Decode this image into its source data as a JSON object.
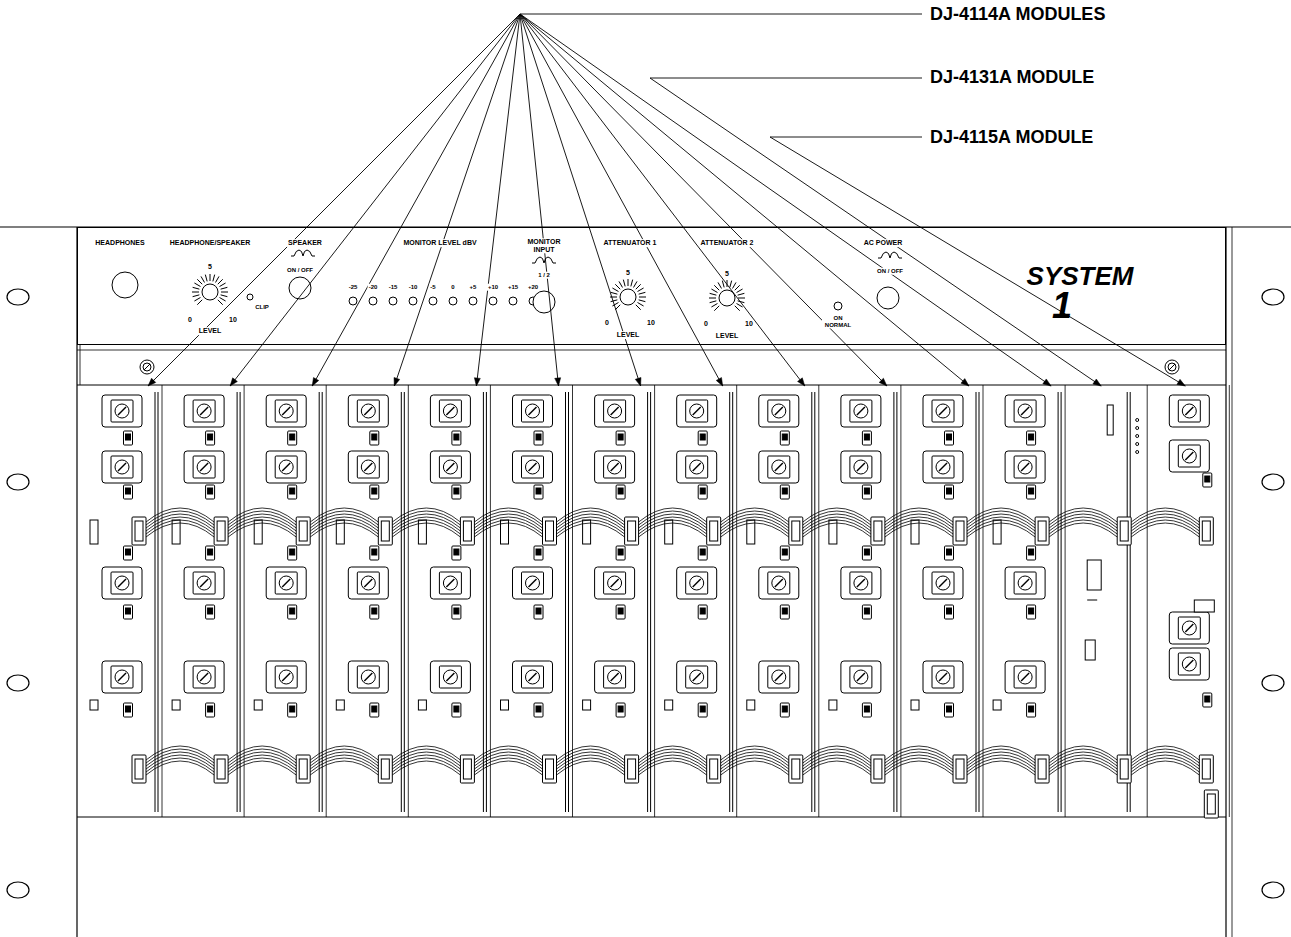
{
  "diagram": {
    "nodes": [
      {
        "text": [
          "HEADPHONES",
          "HEADPHONE/SPEAKER",
          "5",
          "0",
          "10",
          "LEVEL",
          "CLIP",
          "SPEAKER",
          "ON / OFF",
          "MONITOR LEVEL dBV",
          "-25",
          "-20",
          "-15",
          "-10",
          "-5",
          "0",
          "+5",
          "+10",
          "+15",
          "+20",
          "MONITOR INPUT",
          "1 / 2",
          "ATTENUATOR 1",
          "5",
          "0",
          "10",
          "LEVEL",
          "ATTENUATOR 2",
          "5",
          "0",
          "10",
          "LEVEL",
          "AC POWER",
          "ON / OFF",
          "ON NORMAL",
          "SYSTEM",
          "1"
        ]
      }
    ],
    "labels": [
      "DJ-4114A MODULES",
      "DJ-4131A MODULE",
      "DJ-4115A MODULE"
    ]
  }
}
